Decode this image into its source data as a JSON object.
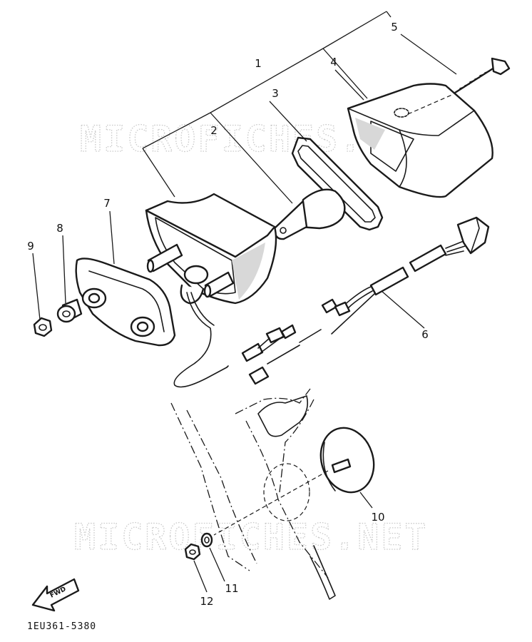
{
  "watermark_text": "MICROFICHES.NET",
  "diagram_code": "1EU361-5380",
  "direction_label": "FWD",
  "callouts": [
    {
      "id": "1",
      "label": "1"
    },
    {
      "id": "2",
      "label": "2"
    },
    {
      "id": "3",
      "label": "3"
    },
    {
      "id": "4",
      "label": "4"
    },
    {
      "id": "5",
      "label": "5"
    },
    {
      "id": "6",
      "label": "6"
    },
    {
      "id": "7",
      "label": "7"
    },
    {
      "id": "8",
      "label": "8"
    },
    {
      "id": "9",
      "label": "9"
    },
    {
      "id": "10",
      "label": "10"
    },
    {
      "id": "11",
      "label": "11"
    },
    {
      "id": "12",
      "label": "12"
    }
  ],
  "parts": [
    {
      "id": "1",
      "icon": "taillight-assembly"
    },
    {
      "id": "2",
      "icon": "bulb-icon"
    },
    {
      "id": "3",
      "icon": "gasket-icon"
    },
    {
      "id": "4",
      "icon": "lens-icon"
    },
    {
      "id": "5",
      "icon": "screw-icon"
    },
    {
      "id": "6",
      "icon": "wire-harness-icon"
    },
    {
      "id": "7",
      "icon": "bracket-icon"
    },
    {
      "id": "8",
      "icon": "collar-icon"
    },
    {
      "id": "9",
      "icon": "nut-icon"
    },
    {
      "id": "10",
      "icon": "reflector-icon"
    },
    {
      "id": "11",
      "icon": "washer-icon"
    },
    {
      "id": "12",
      "icon": "nut-icon"
    }
  ]
}
